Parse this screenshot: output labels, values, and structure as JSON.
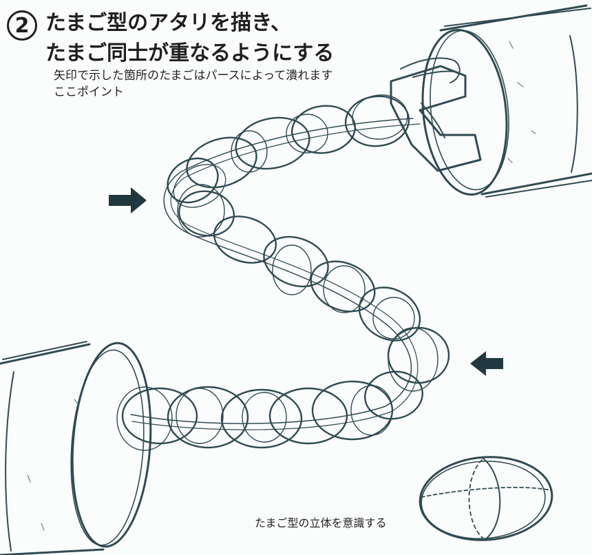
{
  "step_number": "2",
  "title_lines": [
    "たまご型のアタリを描き、",
    "たまご同士が重なるようにする"
  ],
  "note_lines": [
    "矢印で示した箇所のたまごはパースによって潰れます",
    "ここポイント"
  ],
  "caption": "たまご型の立体を意識する",
  "icons": {
    "pointer": "arrow-right-icon",
    "pointer2": "arrow-left-icon"
  },
  "colors": {
    "sketch": "#2f4a52",
    "arrow": "#223840",
    "text": "#1f1f1f"
  }
}
